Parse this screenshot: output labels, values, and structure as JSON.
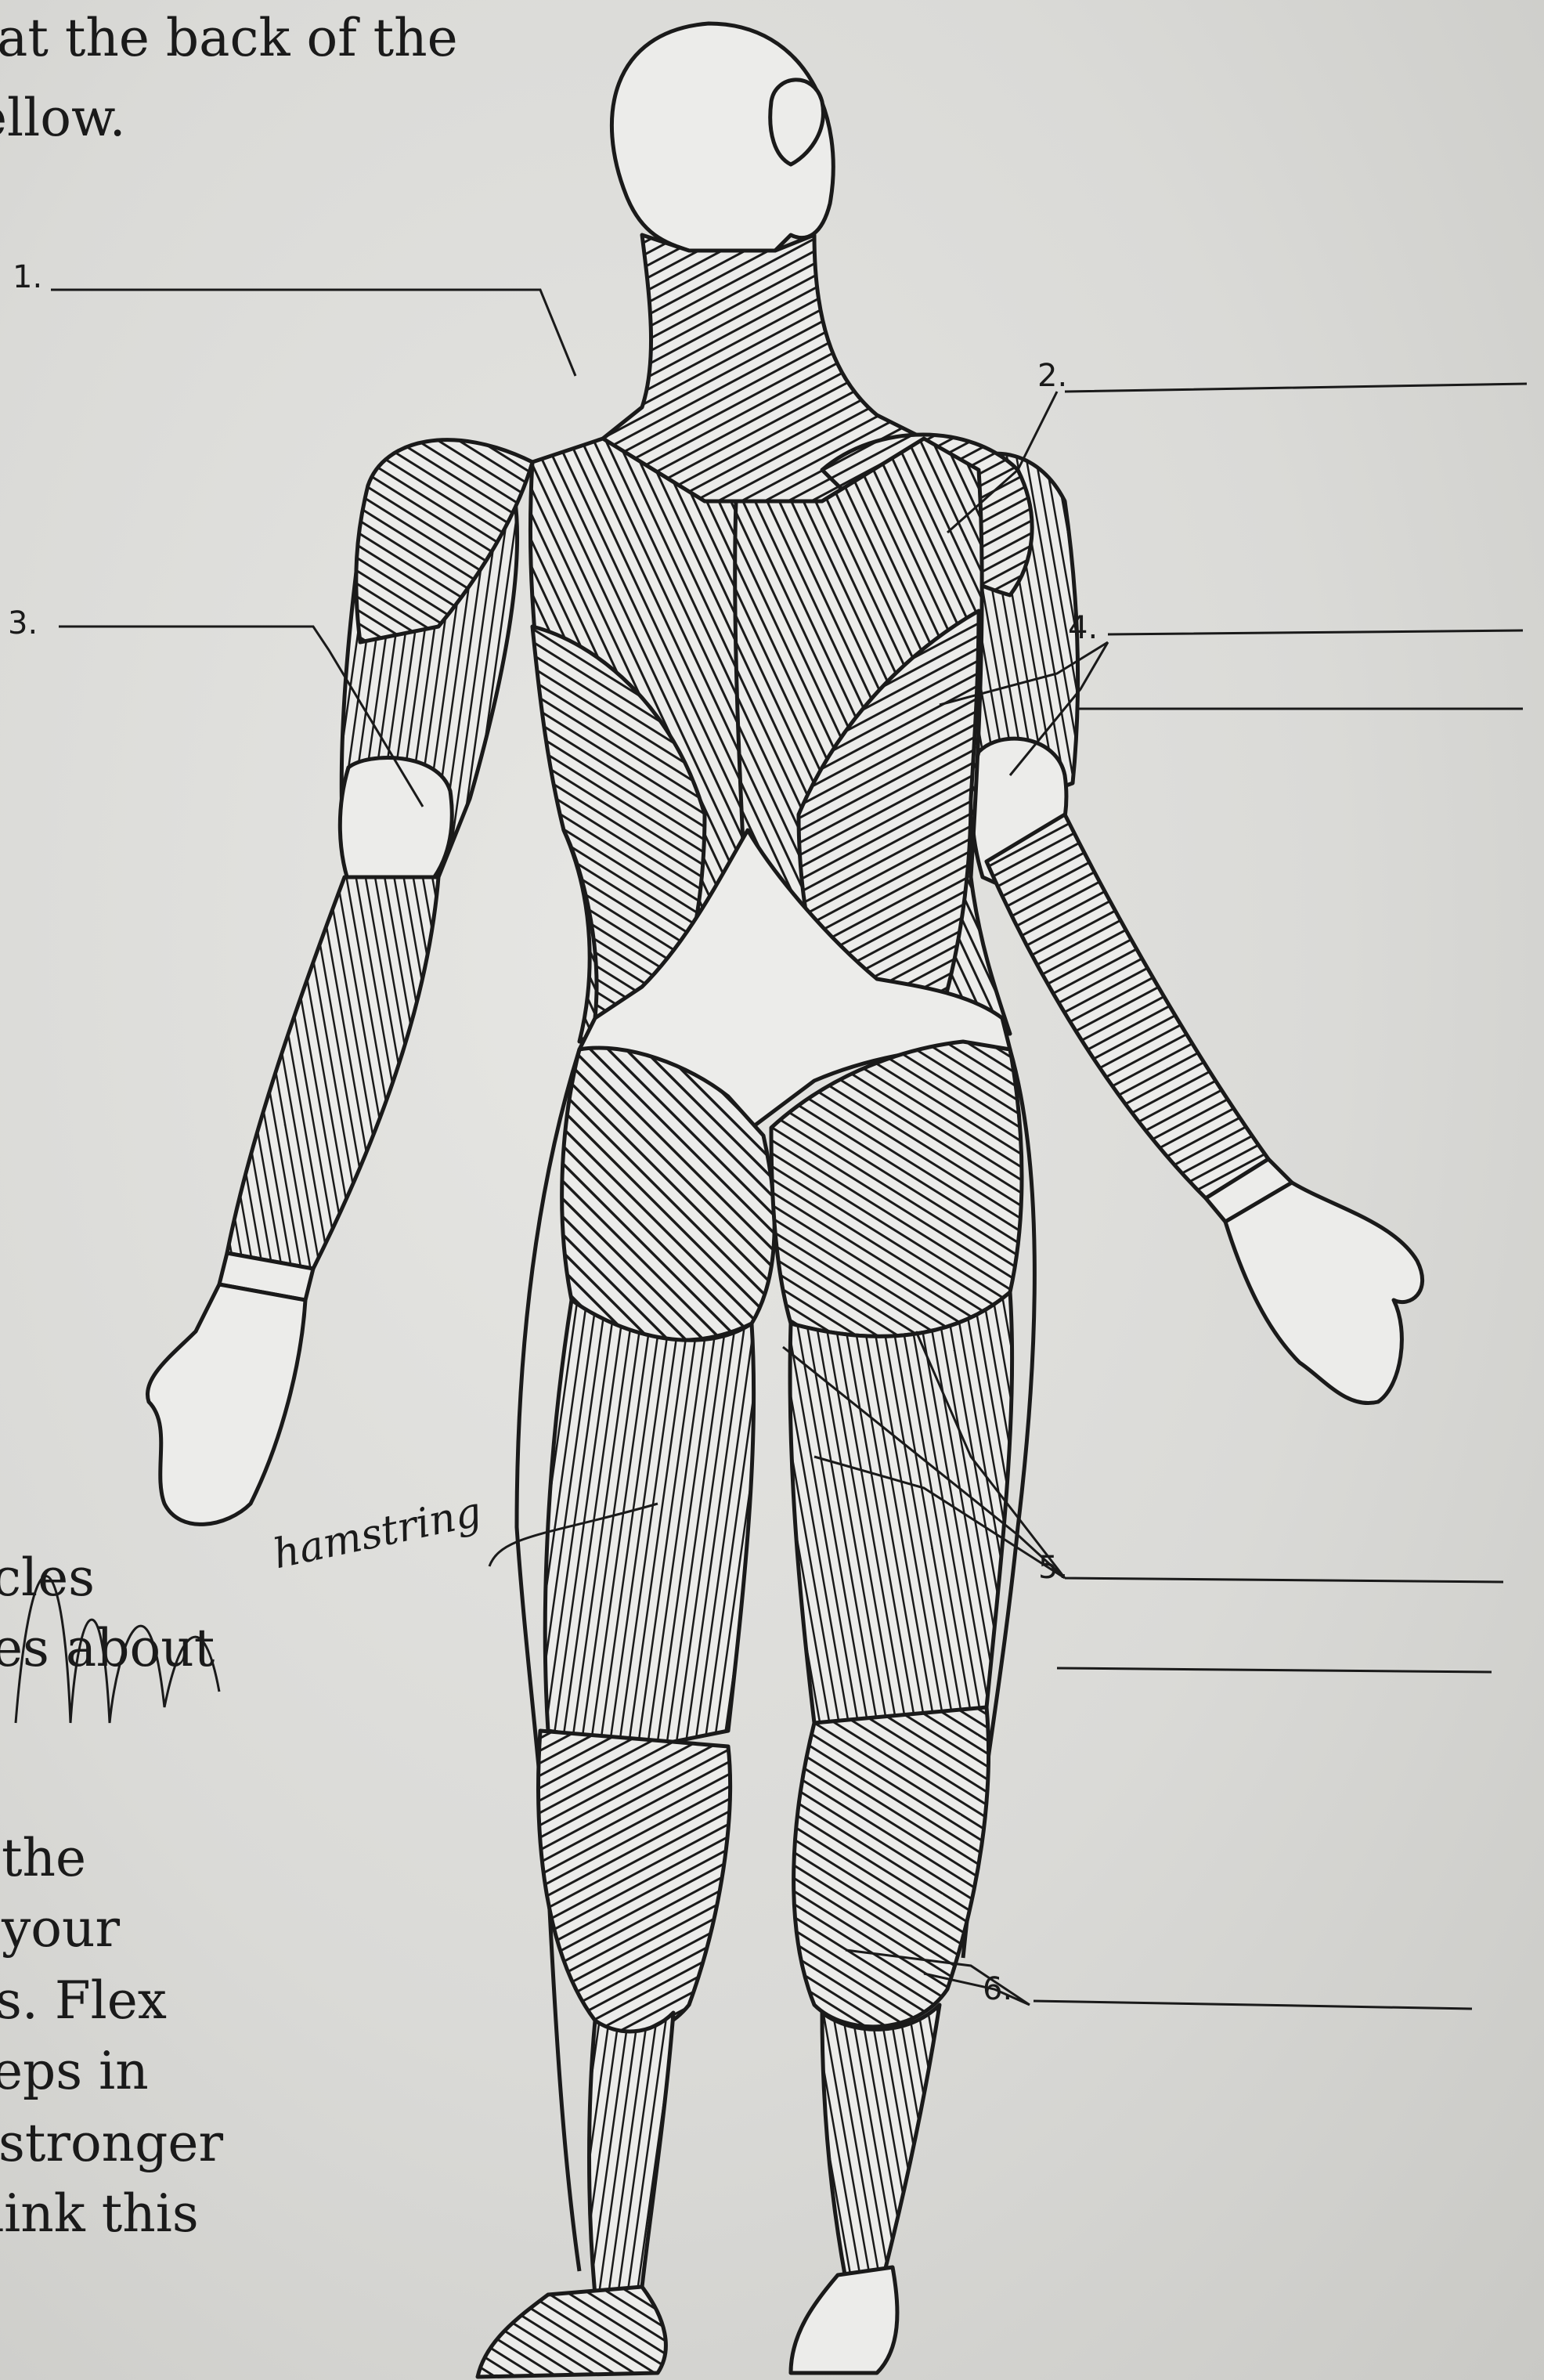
{
  "page_text": {
    "top_line_1": "at the back of the",
    "top_line_2": "ellow.",
    "left_line_a": "cles",
    "left_line_b": "es about",
    "left_line_c": "the",
    "left_line_d": "your",
    "left_line_e": "s. Flex",
    "left_line_f": "eps in",
    "left_line_g": "stronger",
    "left_line_h": "iink this"
  },
  "labels": {
    "l1": "1.",
    "l2": "2.",
    "l3": "3.",
    "l4": "4.",
    "l5": "5.",
    "l6": "6."
  },
  "handwriting": {
    "hamstring_note": "hamstring"
  },
  "colors": {
    "paper": "#dcdcd9",
    "ink": "#1a1a1a",
    "muscle_fill": "#8f8f8c",
    "skin": "#ececea"
  }
}
